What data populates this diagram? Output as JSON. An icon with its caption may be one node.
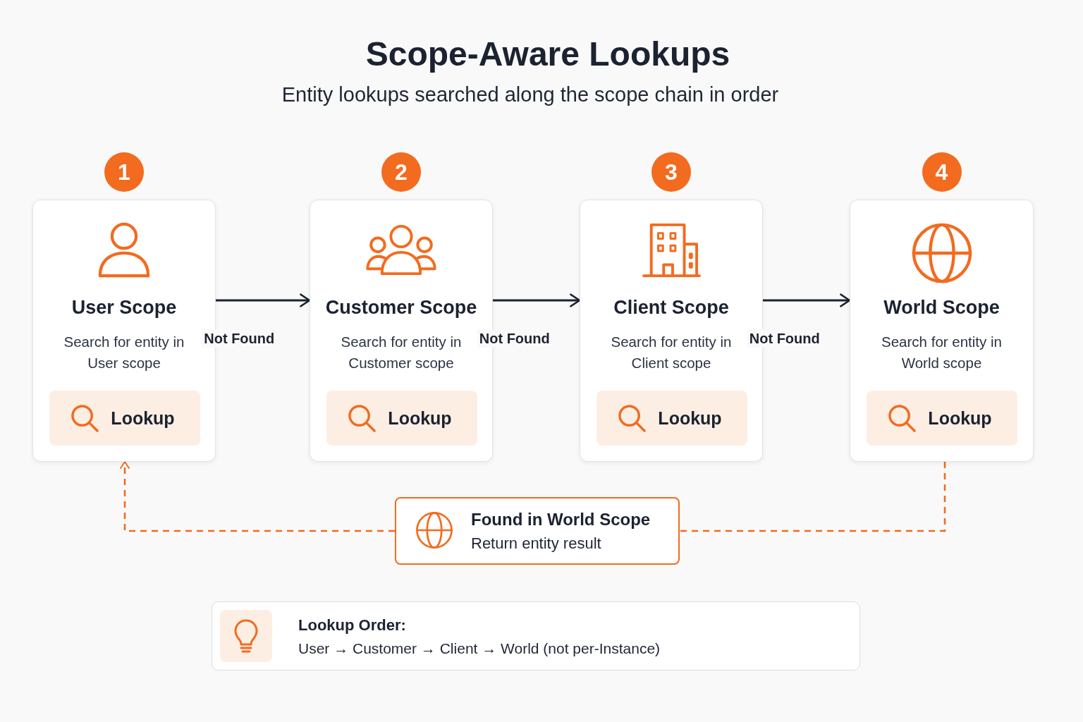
{
  "diagram": {
    "title": "Scope-Aware Lookups",
    "nodes": [
      {
        "text": [
          "User Scope",
          "Search for entity in User scope"
        ],
        "beside": [
          "1"
        ]
      },
      {
        "text": [
          "Lookup"
        ],
        "in": 0
      },
      {
        "text": [
          "Customer Scope",
          "Search for entity in Customer scope"
        ],
        "beside": [
          "2"
        ]
      },
      {
        "text": [
          "Lookup"
        ],
        "in": 2
      },
      {
        "text": [
          "Client Scope",
          "Search for entity in Client scope"
        ],
        "beside": [
          "3"
        ]
      },
      {
        "text": [
          "Lookup"
        ],
        "in": 4
      },
      {
        "text": [
          "World Scope",
          "Search for entity in World scope"
        ],
        "beside": [
          "4"
        ]
      },
      {
        "text": [
          "Lookup"
        ],
        "in": 6
      },
      {
        "text": [
          "Found in World Scope",
          "Return entity result"
        ]
      },
      {
        "text": [
          "Lookup Order:",
          "User → Customer → Client → World (not per-Instance)"
        ]
      }
    ],
    "edges": [
      {
        "from": 0,
        "to": 2,
        "arrow": "to",
        "label": "Not Found"
      },
      {
        "from": 2,
        "to": 4,
        "arrow": "to",
        "label": "Not Found"
      },
      {
        "from": 4,
        "to": 6,
        "arrow": "to",
        "label": "Not Found"
      },
      {
        "from": 6,
        "to": 8,
        "arrow": "none",
        "style": "dashed",
        "color": "#f26b1f"
      },
      {
        "from": 8,
        "to": 0,
        "arrow": "to",
        "style": "dashed",
        "color": "#f26b1f"
      }
    ],
    "labels": [
      "Entity lookups searched along the scope chain in order"
    ]
  }
}
